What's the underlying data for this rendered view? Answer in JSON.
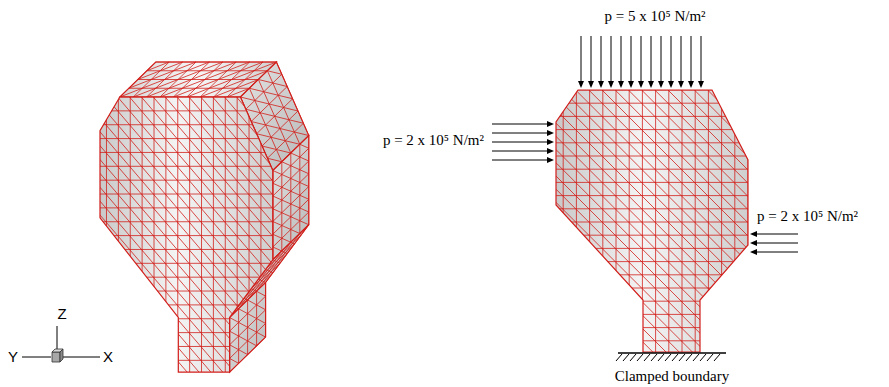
{
  "diagram": {
    "labels": [
      "p = 5 x 10⁵ N/m²",
      "p = 2 x 10⁵ N/m²",
      "p = 2 x 10⁵ N/m²",
      "Clamped boundary",
      "Z",
      "Y",
      "X"
    ]
  }
}
